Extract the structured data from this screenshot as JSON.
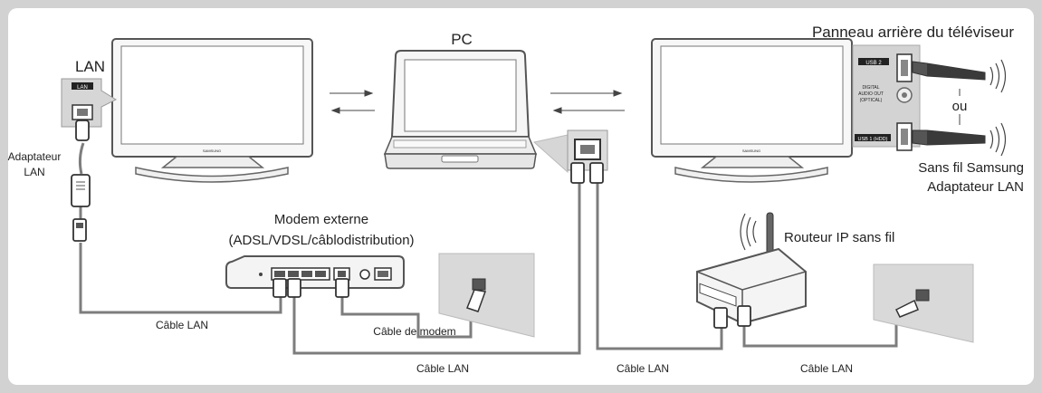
{
  "labels": {
    "pc": "PC",
    "lan": "LAN",
    "lan_port_tag": "LAN",
    "adapter": [
      "Adaptateur",
      "LAN"
    ],
    "tv_back": "Panneau arrière du téléviseur",
    "usb2": "USB 2",
    "usb1": "USB 1 (HDD)",
    "audio_out": [
      "DIGITAL",
      "AUDIO OUT",
      "(OPTICAL)"
    ],
    "ou": "ou",
    "wireless_adapter": [
      "Sans fil Samsung",
      "Adaptateur LAN"
    ],
    "modem": [
      "Modem externe",
      "(ADSL/VDSL/câblodistribution)"
    ],
    "router": "Routeur IP sans fil",
    "cable_lan_1": "Câble LAN",
    "cable_modem": "Câble de modem",
    "cable_lan_2": "Câble LAN",
    "cable_lan_3": "Câble LAN",
    "cable_lan_4": "Câble LAN",
    "brand": "SAMSUNG"
  },
  "colors": {
    "frame": "#d2d2d2",
    "cable": "#7d7d7d",
    "device_fill": "#f4f4f4",
    "device_stroke": "#555555",
    "wall": "#d9d9d9"
  }
}
